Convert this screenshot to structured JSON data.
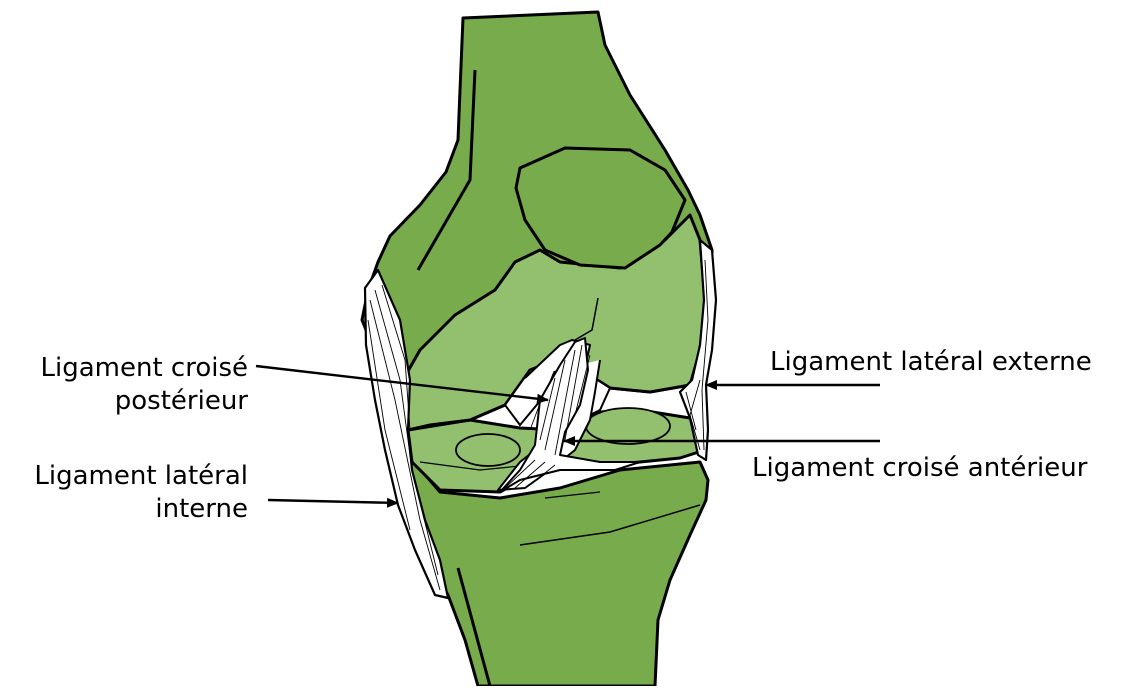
{
  "labels": {
    "posterior_cruciate": {
      "line1": "Ligament croisé",
      "line2": "postérieur"
    },
    "medial_collateral": {
      "line1": "Ligament latéral",
      "line2": "interne"
    },
    "lateral_collateral": "Ligament latéral externe",
    "anterior_cruciate": "Ligament croisé antérieur"
  },
  "colors": {
    "bone_dark": "#77ab4b",
    "bone_light": "#93c06f",
    "meniscus": "#9cc47c",
    "ligament": "#ffffff",
    "outline": "#000000"
  }
}
